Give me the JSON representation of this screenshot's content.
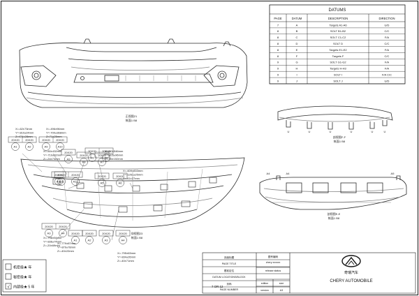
{
  "datums": {
    "title": "DATUMS",
    "headers": [
      "PAGE",
      "DATUM",
      "DESCRIPTION",
      "DIRECTION"
    ],
    "rows": [
      [
        "7",
        "A",
        "Targets A1-A6",
        "U/D"
      ],
      [
        "8",
        "B",
        "SOLT B1-B2",
        "C/C"
      ],
      [
        "8",
        "C",
        "SOLT C1-C2",
        "F/A"
      ],
      [
        "8",
        "D",
        "SOLT D",
        "C/C"
      ],
      [
        "8",
        "E",
        "Targets E1-E2",
        "F/A"
      ],
      [
        "8",
        "F",
        "Targets F",
        "C/C"
      ],
      [
        "9",
        "G",
        "SOLT G1-G2",
        "F/A"
      ],
      [
        "9",
        "H",
        "Targets H-H3",
        "F/A"
      ],
      [
        "9",
        "I",
        "SOLT I",
        "F/A C/C"
      ],
      [
        "9",
        "J",
        "SOLT J",
        "U/D"
      ]
    ]
  },
  "view_labels": {
    "front": [
      "正视图21",
      "帐面1 B8"
    ],
    "section_top": [
      "剖视图F-F",
      "帐面1 B8"
    ],
    "section_right": [
      "剖视图E-E",
      "帐面1 B8"
    ],
    "bottom": [
      "仰视图23",
      "帐面1 B8"
    ]
  },
  "datum_tags": [
    {
      "top": "20X20",
      "a": "A1",
      "b": "A2"
    },
    {
      "top": "20X20",
      "a": "A9",
      "b": "A10"
    },
    {
      "top": "20X20",
      "a": "A11",
      "b": "A12"
    },
    {
      "top": "20X20",
      "a": "A5",
      "b": "A6"
    },
    {
      "top": "20X20",
      "a": "A3",
      "b": "A4"
    }
  ],
  "circle_tags": [
    {
      "top": "20X20",
      "bottom": "A8"
    },
    {
      "top": "20X20",
      "bottom": "A7"
    },
    {
      "top": "20X20",
      "bottom": "A5"
    },
    {
      "top": "20X20",
      "bottom": "A6"
    },
    {
      "top": "20X20",
      "bottom": "A9"
    },
    {
      "top": "20X20",
      "bottom": "A11"
    },
    {
      "top": "20X20",
      "bottom": "A1"
    },
    {
      "top": "20X20",
      "bottom": "A2"
    },
    {
      "top": "20X20",
      "bottom": "A3"
    },
    {
      "top": "20X20",
      "bottom": "A4"
    }
  ],
  "coords": [
    [
      "X=-62±73mm",
      "Y=-810±24mm",
      "Z=474±28mm"
    ],
    [
      "X=-496±96mm",
      "Y=-700±368mm",
      "Z=71±25mm"
    ],
    [
      "X=-60±432mm",
      "Y=-719±92mm",
      "Z=-24±74mm"
    ],
    [
      "X=-60±546mm",
      "Y=-405±96mm",
      "Z=-56±152mm"
    ],
    [
      "X=-609±833mm",
      "Y=-1261±25mm",
      "Z=-41±27mm"
    ],
    [
      "X=-798±54mm",
      "Y=-836±74mm",
      "Z=-20±69mm"
    ],
    [
      "X=-779±87mm",
      "Y=-879±78mm",
      "Z=-40±22mm"
    ],
    [
      "X=-795±63mm",
      "Y=-834±26mm",
      "Z=-40±71mm"
    ]
  ],
  "section_marks": [
    "U",
    "U",
    "U",
    "U",
    "U",
    "U"
  ],
  "right_marks": [
    "A4",
    "A4",
    "A5"
  ],
  "legend": [
    {
      "box": "",
      "text": "机密级★ 年"
    },
    {
      "box": "",
      "text": "秘密级★ 年"
    },
    {
      "box": "√",
      "text": "内部级★ 5 年"
    }
  ],
  "title_block": {
    "title_cn": "页面标题",
    "title_en": "PAGE TITLE",
    "datum_cn": "基准定位",
    "datum_en": "DATUM LOCATIONS/BLOCK",
    "page_num_cn": "页码",
    "page_num_en": "PAGE NUMBER",
    "page_value": "7 OR 12",
    "status_cn": "图号编码",
    "status_value": "chery xxxxxx",
    "release_label": "release status",
    "edition_label": "edition",
    "size_label": "size",
    "version_label": "version",
    "version_value": "A3",
    "company_cn": "奇瑞汽车",
    "company_en": "CHERY AUTOMOBILE"
  },
  "colors": {
    "line": "#2a2a2a",
    "light": "#888888",
    "border": "#1a1a1a"
  },
  "icons": {
    "logo": "chery-logo-icon"
  }
}
